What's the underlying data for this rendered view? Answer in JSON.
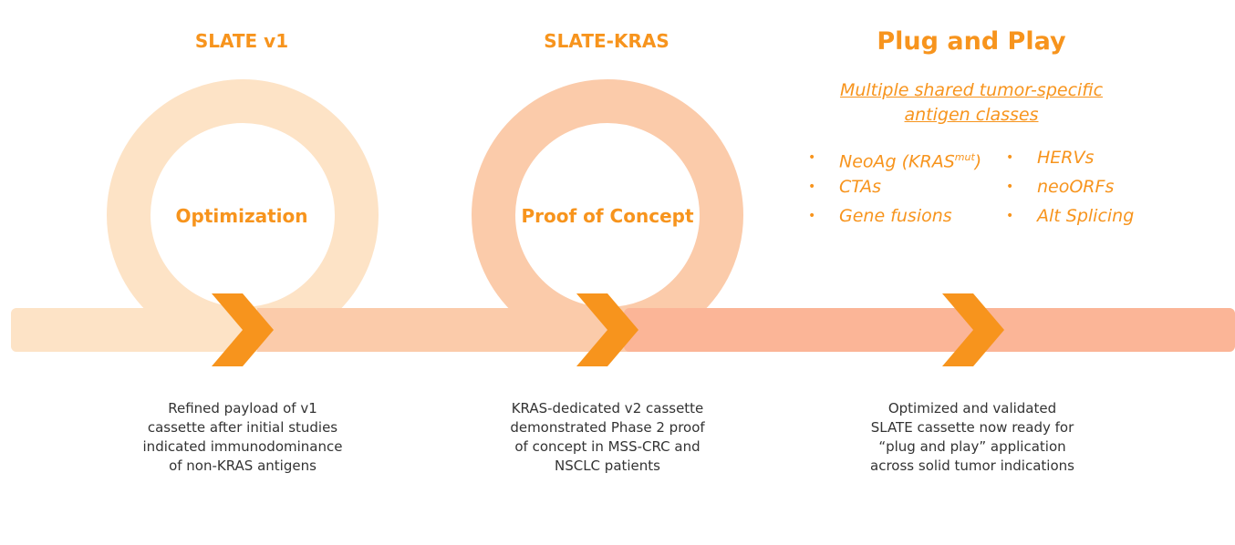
{
  "colors": {
    "accent": "#F7941D",
    "loop1": "#FDE3C6",
    "loop2": "#FBCBAA",
    "band1": "#FDE3C6",
    "band2": "#FBCBAA",
    "band3": "#FBB597",
    "chevron": "#F7941D",
    "caption_text": "#333333"
  },
  "stages": [
    {
      "title": "SLATE v1",
      "loop_label": "Optimization",
      "caption": [
        "Refined payload of v1",
        "cassette after initial studies",
        "indicated immunodominance",
        "of non-KRAS antigens"
      ]
    },
    {
      "title": "SLATE-KRAS",
      "loop_label": "Proof of Concept",
      "caption": [
        "KRAS-dedicated v2 cassette",
        "demonstrated Phase 2 proof",
        "of concept in MSS-CRC and",
        "NSCLC patients"
      ]
    },
    {
      "title": "Plug and Play",
      "subtitle": [
        "Multiple shared tumor-specific",
        "antigen classes"
      ],
      "bullets_left": [
        {
          "text": "NeoAg (KRAS",
          "sup": "mut",
          "suffix": ")"
        },
        {
          "text": "CTAs"
        },
        {
          "text": "Gene fusions"
        }
      ],
      "bullets_right": [
        {
          "text": "HERVs"
        },
        {
          "text": "neoORFs"
        },
        {
          "text": "Alt Splicing"
        }
      ],
      "caption": [
        "Optimized and validated",
        "SLATE cassette now ready for",
        "“plug and play” application",
        "across solid tumor indications"
      ]
    }
  ]
}
